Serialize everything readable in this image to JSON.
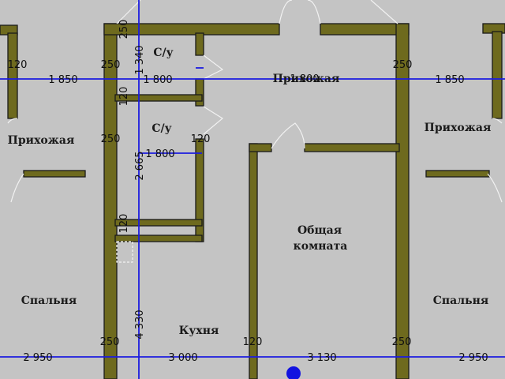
{
  "rooms": {
    "hallway_left": "Прихожая",
    "hallway_center": "Прихожая",
    "hallway_right": "Прихожая",
    "wc_upper": "С/у",
    "wc_lower": "С/у",
    "living_room_line1": "Общая",
    "living_room_line2": "комната",
    "bedroom_left": "Спальня",
    "bedroom_right": "Спальня",
    "kitchen": "Кухня"
  },
  "dimensions": {
    "top_row": [
      "120",
      "250",
      "250",
      "1 850",
      "1 800",
      "1 850"
    ],
    "bottom_row": [
      "250",
      "120",
      "250",
      "2 950",
      "3 000",
      "3 130",
      "2 950"
    ],
    "vertical": [
      "250",
      "1 340",
      "120",
      "2 665",
      "120",
      "4 330"
    ],
    "inner": [
      "250",
      "120",
      "1 800"
    ],
    "overlap_label": "1 800"
  },
  "colors": {
    "background": "#c4c4c4",
    "wall": "#6e6a1e",
    "dimension_line": "#1c1ce0",
    "marker": "#1212e0"
  }
}
